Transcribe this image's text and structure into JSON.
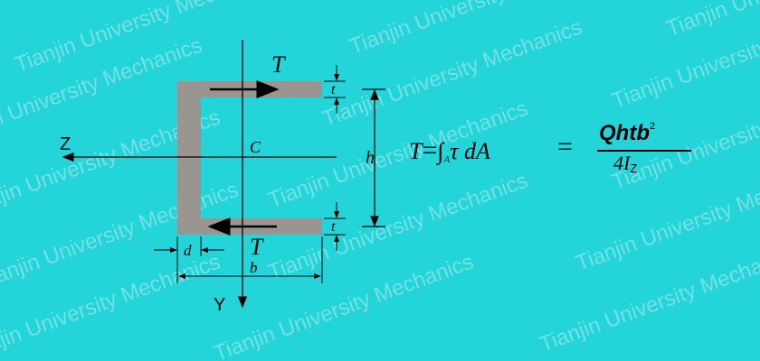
{
  "watermark": "Tianjin University Mechanics",
  "labels": {
    "T_top": "T",
    "T_bottom": "T",
    "t_top": "t",
    "t_bottom": "t",
    "h": "h",
    "C": "C",
    "d": "d",
    "b": "b",
    "Z": "Z",
    "Y": "Y"
  },
  "formula": {
    "lhs_T": "T",
    "eq1": "=",
    "integral": "∫",
    "integral_sub": "A",
    "integrand": "τ dA",
    "eq2": "=",
    "numerator": "Qhtb",
    "numerator_sup": "2",
    "denominator": "4I",
    "denominator_sub": "Z"
  },
  "colors": {
    "background": "#23d4d8",
    "section_fill": "#9a9590",
    "watermark": "#8ee6e8"
  }
}
